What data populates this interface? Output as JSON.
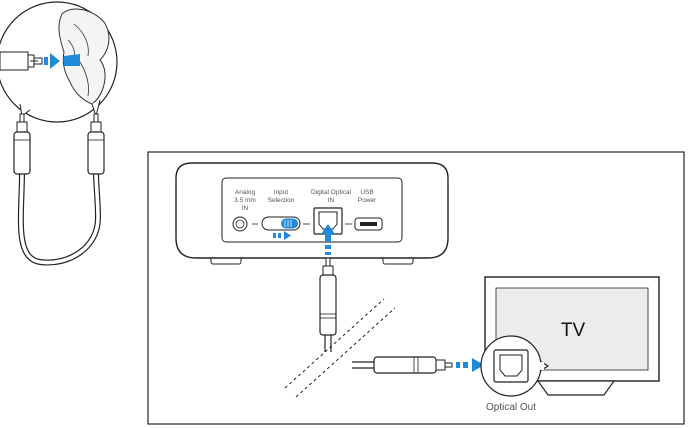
{
  "device": {
    "ports": {
      "analog_line1": "Analog",
      "analog_line2": "3.5 mm",
      "analog_line3": "IN",
      "input_line1": "Input",
      "input_line2": "Selection",
      "optical_line1": "Digital Optical",
      "optical_line2": "IN",
      "usb_line1": "USB",
      "usb_line2": "Power"
    }
  },
  "tv": {
    "label": "TV",
    "port_label": "Optical Out"
  },
  "colors": {
    "accent": "#1e8ad8",
    "line": "#222222",
    "label": "#555555",
    "gray_fill": "#ececec"
  }
}
